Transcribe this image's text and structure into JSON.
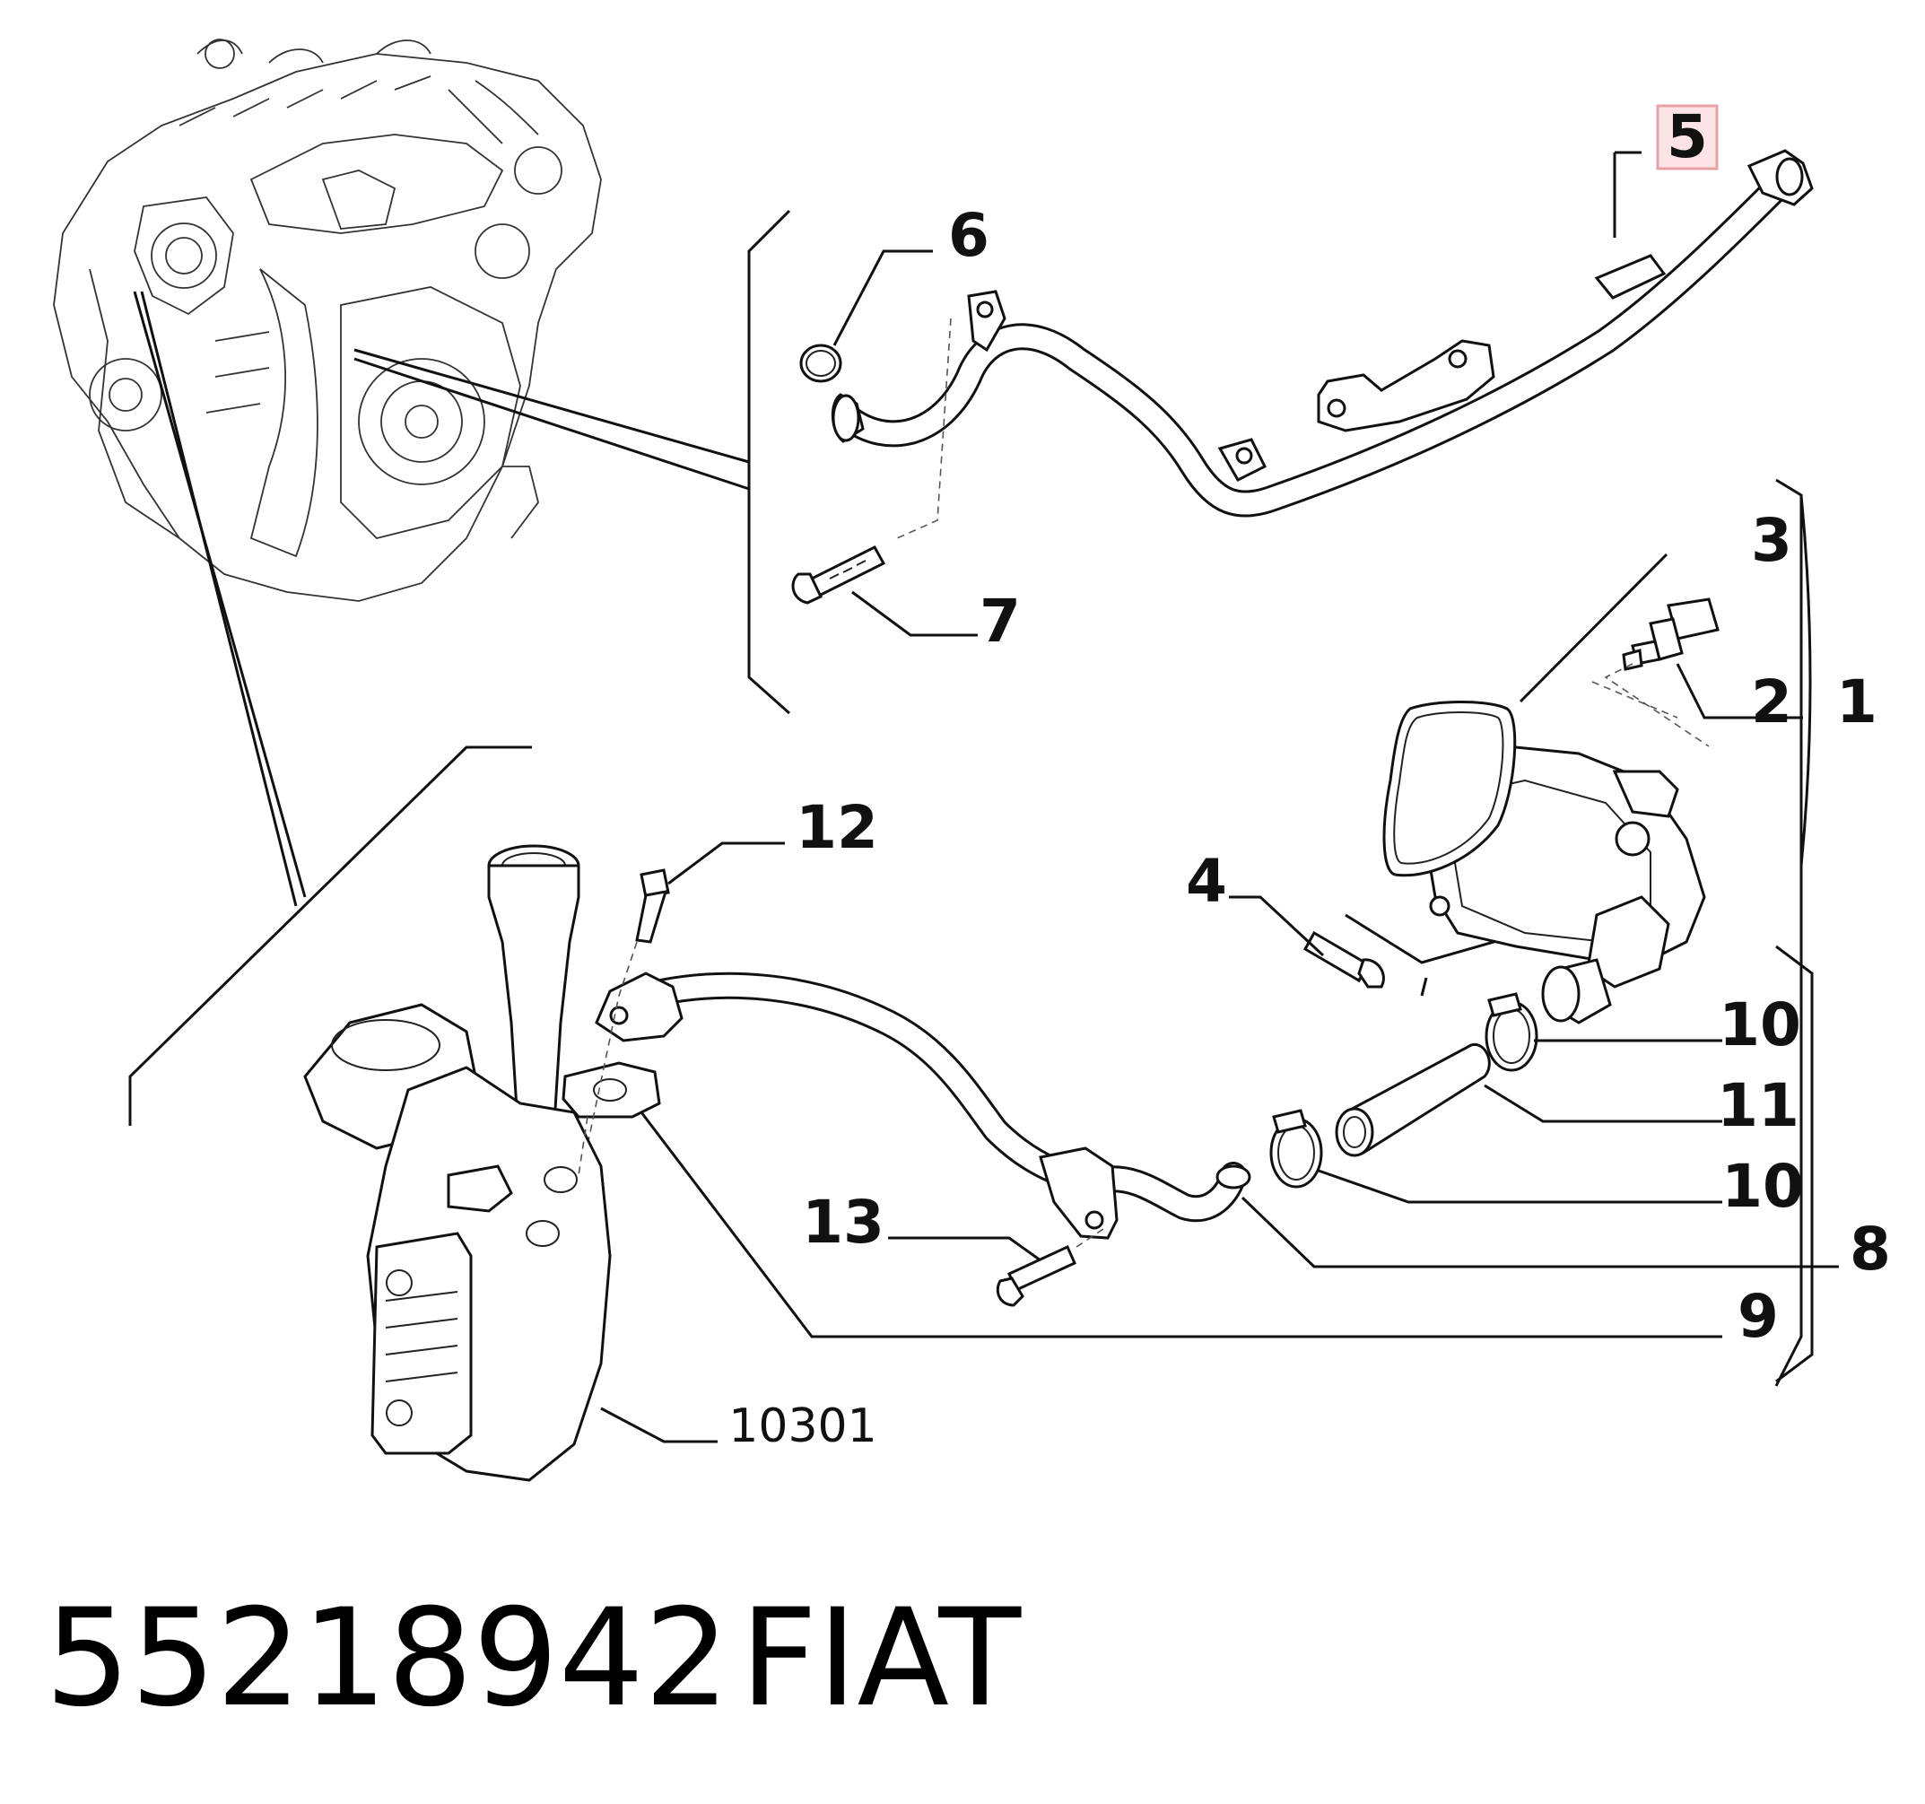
{
  "diagram": {
    "callouts": [
      {
        "id": "1",
        "label": "1"
      },
      {
        "id": "2",
        "label": "2"
      },
      {
        "id": "3",
        "label": "3"
      },
      {
        "id": "4",
        "label": "4"
      },
      {
        "id": "5",
        "label": "5",
        "highlighted": true
      },
      {
        "id": "6",
        "label": "6"
      },
      {
        "id": "7",
        "label": "7"
      },
      {
        "id": "8",
        "label": "8"
      },
      {
        "id": "9",
        "label": "9"
      },
      {
        "id": "10a",
        "label": "10"
      },
      {
        "id": "10b",
        "label": "10"
      },
      {
        "id": "11",
        "label": "11"
      },
      {
        "id": "12",
        "label": "12"
      },
      {
        "id": "13",
        "label": "13"
      },
      {
        "id": "10301",
        "label": "10301"
      }
    ],
    "part_number": "55218942",
    "brand": "FIAT",
    "highlight_color": "#e8a0a8",
    "highlight_fill": "#fbe3e6"
  }
}
